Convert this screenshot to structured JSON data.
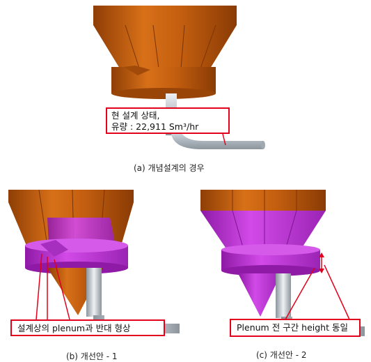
{
  "panel_a": {
    "callout_line1": "현 설계 상태,",
    "callout_line2": "유량 : 22,911  Sm³/hr",
    "caption": "(a) 개념설계의 경우"
  },
  "panel_b": {
    "callout": "설계상의 plenum과 반대 형상",
    "caption": "(b) 개선안 - 1"
  },
  "panel_c": {
    "callout": "Plenum 전 구간 height 동일",
    "caption": "(c) 개선안 - 2"
  },
  "colors": {
    "orange_body": "#c8630f",
    "plenum_magenta": "#c03ad8",
    "pipe_gray": "#c9cfd6",
    "callout_red": "#e3001b"
  }
}
